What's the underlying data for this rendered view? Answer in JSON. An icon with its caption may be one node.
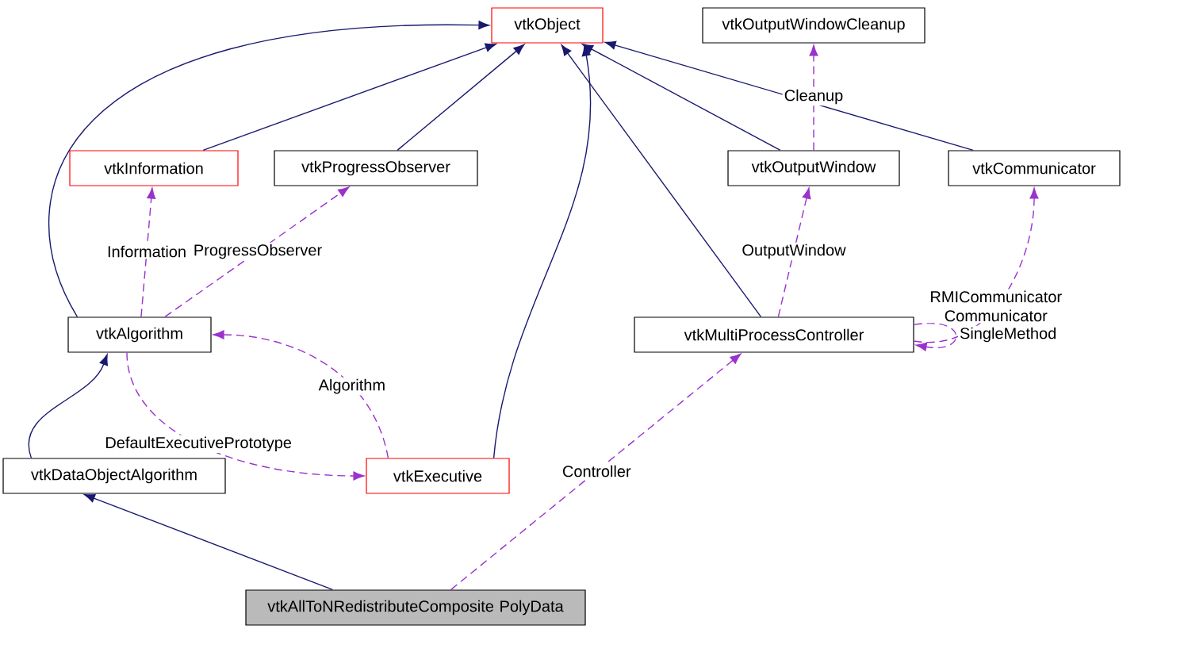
{
  "diagram": {
    "nodes": [
      {
        "text": [
          "vtkObject"
        ]
      },
      {
        "text": [
          "vtkOutputWindowCleanup"
        ]
      },
      {
        "text": [
          "vtkInformation"
        ]
      },
      {
        "text": [
          "vtkProgressObserver"
        ]
      },
      {
        "text": [
          "vtkOutputWindow"
        ]
      },
      {
        "text": [
          "vtkCommunicator"
        ]
      },
      {
        "text": [
          "vtkAlgorithm"
        ]
      },
      {
        "text": [
          "vtkMultiProcessController"
        ]
      },
      {
        "text": [
          "vtkDataObjectAlgorithm"
        ]
      },
      {
        "text": [
          "vtkExecutive"
        ]
      },
      {
        "text": [
          "vtkAllToNRedistributeComposite PolyData"
        ]
      }
    ],
    "edges": [
      {
        "from": 2,
        "to": 0,
        "arrow": "to"
      },
      {
        "from": 3,
        "to": 0,
        "arrow": "to"
      },
      {
        "from": 6,
        "to": 0,
        "arrow": "to"
      },
      {
        "from": 9,
        "to": 0,
        "arrow": "to"
      },
      {
        "from": 7,
        "to": 0,
        "arrow": "to"
      },
      {
        "from": 4,
        "to": 0,
        "arrow": "to"
      },
      {
        "from": 5,
        "to": 0,
        "arrow": "to"
      },
      {
        "from": 4,
        "to": 1,
        "arrow": "to",
        "label": "Cleanup",
        "style": "dashed",
        "color": "#9a32cd"
      },
      {
        "from": 6,
        "to": 2,
        "arrow": "to",
        "label": "Information",
        "style": "dashed",
        "color": "#9a32cd"
      },
      {
        "from": 6,
        "to": 3,
        "arrow": "to",
        "label": "ProgressObserver",
        "style": "dashed",
        "color": "#9a32cd"
      },
      {
        "from": 7,
        "to": 4,
        "arrow": "to",
        "label": "OutputWindow",
        "style": "dashed",
        "color": "#9a32cd"
      },
      {
        "from": 7,
        "to": 5,
        "arrow": "to",
        "label": "RMICommunicator Communicator",
        "style": "dashed",
        "color": "#9a32cd"
      },
      {
        "from": 7,
        "to": 7,
        "arrow": "to",
        "label": "SingleMethod",
        "style": "dashed",
        "color": "#9a32cd"
      },
      {
        "from": 6,
        "to": 9,
        "arrow": "to",
        "label": "DefaultExecutivePrototype",
        "style": "dashed",
        "color": "#9a32cd"
      },
      {
        "from": 9,
        "to": 6,
        "arrow": "to",
        "label": "Algorithm",
        "style": "dashed",
        "color": "#9a32cd"
      },
      {
        "from": 8,
        "to": 6,
        "arrow": "to"
      },
      {
        "from": 10,
        "to": 8,
        "arrow": "to"
      },
      {
        "from": 10,
        "to": 7,
        "arrow": "to",
        "label": "Controller",
        "style": "dashed",
        "color": "#9a32cd"
      }
    ]
  }
}
